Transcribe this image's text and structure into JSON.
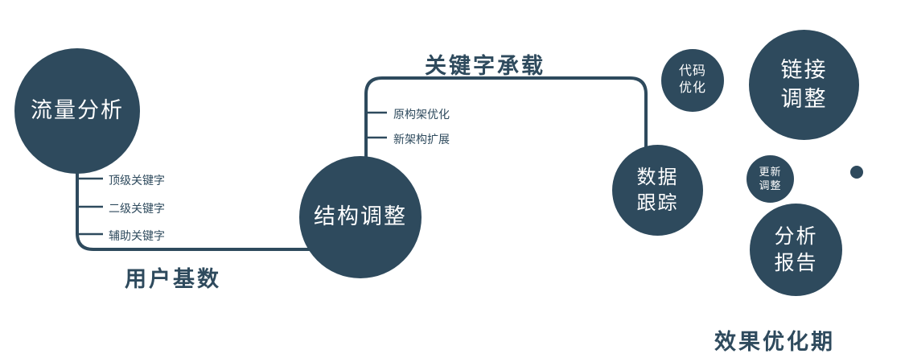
{
  "diagram": {
    "nodes": {
      "traffic_analysis": {
        "label": "流量分析"
      },
      "structure_adjust": {
        "label": "结构调整"
      },
      "data_tracking": {
        "lines": [
          "数据",
          "跟踪"
        ]
      },
      "code_optimization": {
        "lines": [
          "代码",
          "优化"
        ]
      },
      "link_adjust": {
        "lines": [
          "链接",
          "调整"
        ]
      },
      "update_adjust": {
        "lines": [
          "更新",
          "调整"
        ]
      },
      "analysis_report": {
        "lines": [
          "分析",
          "报告"
        ]
      }
    },
    "edge_labels": {
      "user_base": "用户基数",
      "keyword_carrying": "关键字承载"
    },
    "branch_labels": {
      "top_keywords": "顶级关键字",
      "secondary_keywords": "二级关键字",
      "auxiliary_keywords": "辅助关键字",
      "original_architecture_optimization": "原构架优化",
      "new_architecture_expansion": "新架构扩展"
    },
    "caption": "效果优化期",
    "colors": {
      "primary": "#2e4a5d",
      "node_text": "#ffffff",
      "background": "#ffffff"
    }
  }
}
